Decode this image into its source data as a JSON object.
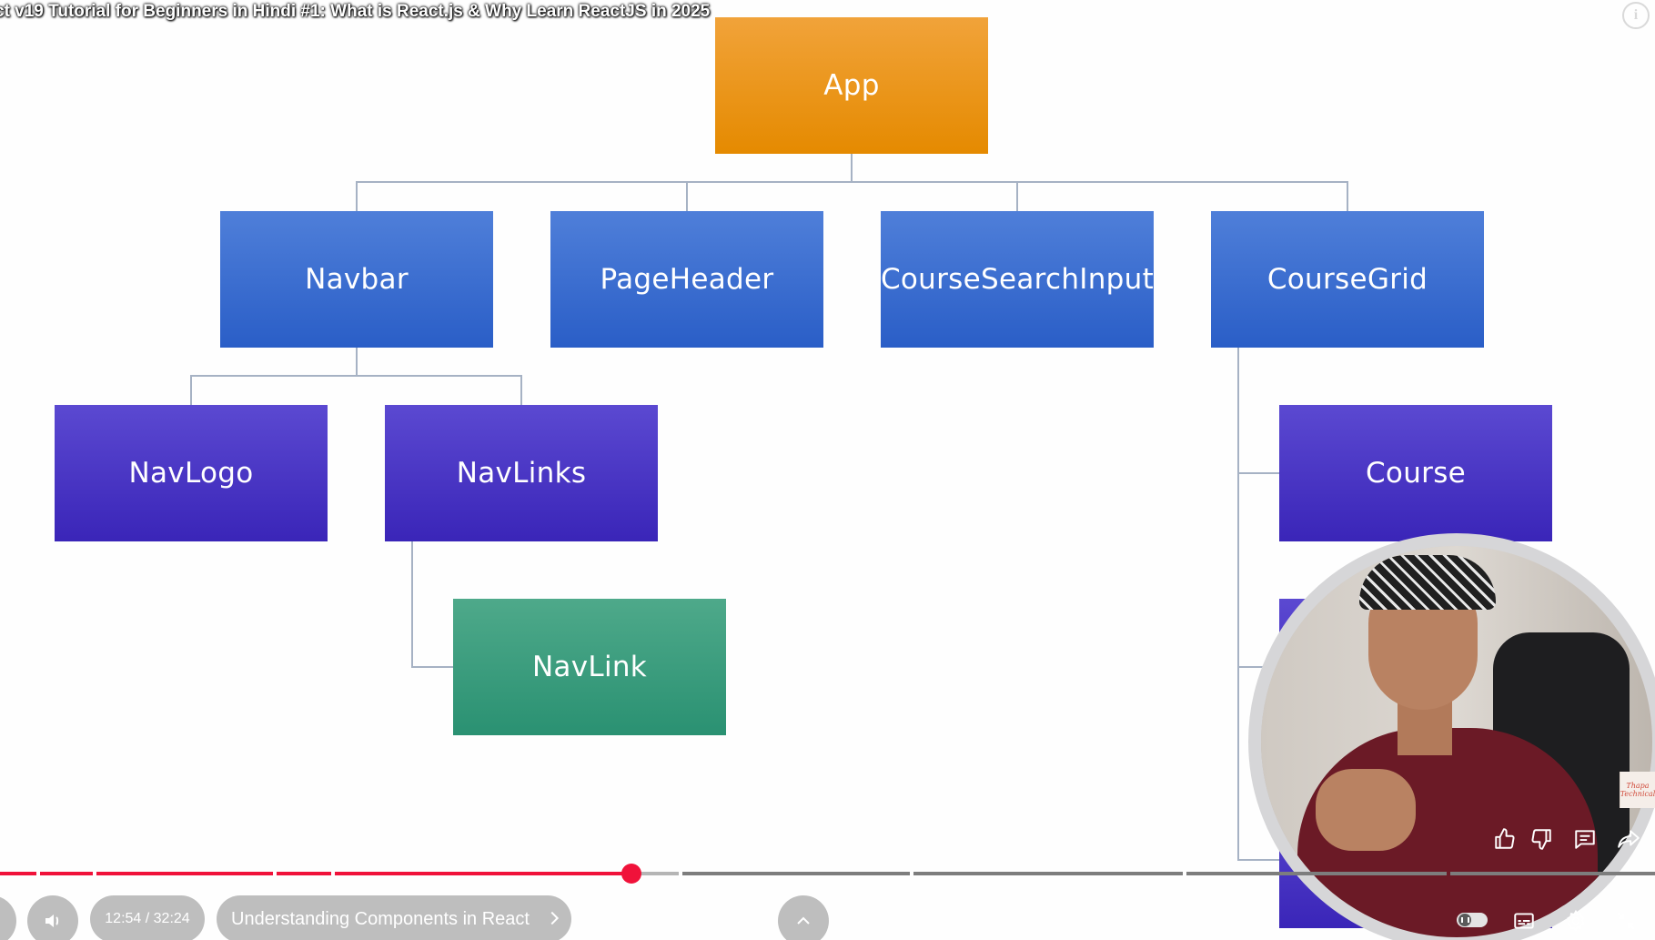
{
  "video": {
    "title": "ct v19 Tutorial for Beginners in Hindi #1: What is React.js & Why Learn ReactJS in 2025",
    "info_label": "i"
  },
  "diagram": {
    "nodes": {
      "app": "App",
      "navbar": "Navbar",
      "page_header": "PageHeader",
      "course_search_input": "CourseSearchInput",
      "course_grid": "CourseGrid",
      "nav_logo": "NavLogo",
      "nav_links": "NavLinks",
      "nav_link": "NavLink",
      "course": "Course"
    },
    "colors": {
      "root": "#e99318",
      "level1": "#3b6dd0",
      "level2": "#4a36c4",
      "leaf": "#3a9e7e"
    }
  },
  "player": {
    "time": "12:54 / 32:24",
    "chapter": "Understanding Components in React",
    "progress_percent": 39.8,
    "accent_color": "#f0123a",
    "watermark": "Thapa Technical"
  },
  "icons": {
    "like": "thumbs-up-icon",
    "dislike": "thumbs-down-icon",
    "comments": "comment-icon",
    "share": "share-icon",
    "volume": "volume-icon",
    "expand": "chevron-up-icon",
    "subtitles": "subtitles-icon",
    "settings": "gear-icon",
    "exit_fullscreen": "exit-fullscreen-icon"
  }
}
